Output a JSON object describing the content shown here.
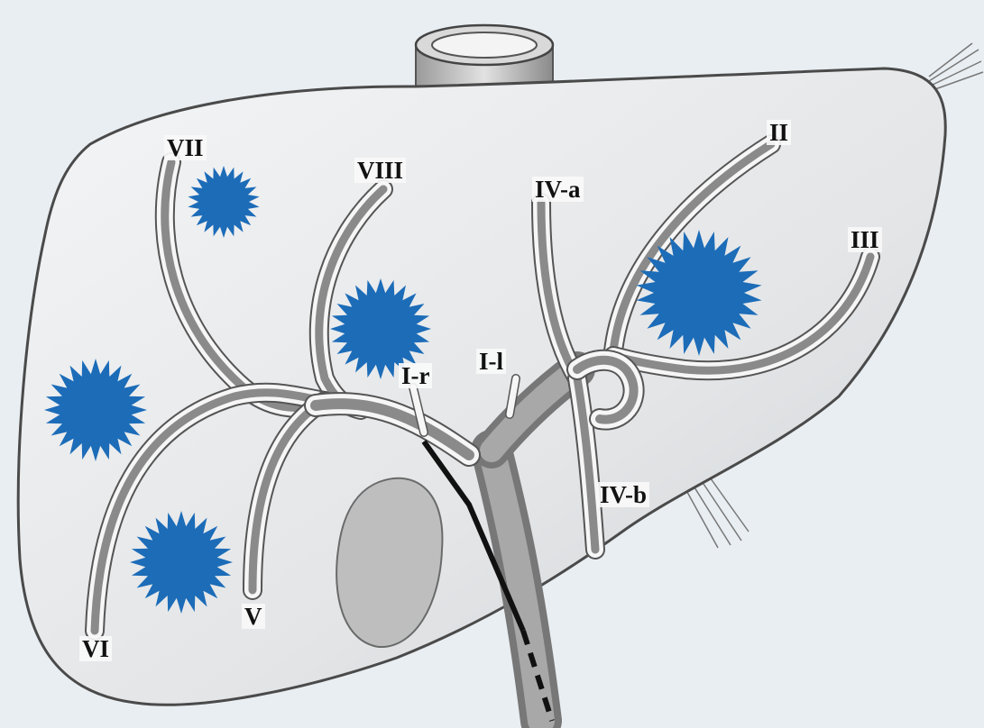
{
  "diagram": {
    "segments": {
      "II": "II",
      "III": "III",
      "IVa": "IV-a",
      "IVb": "IV-b",
      "V": "V",
      "VI": "VI",
      "VII": "VII",
      "VIII": "VIII",
      "Ir": "I-r",
      "Il": "I-l"
    },
    "colors": {
      "background": "#e9eef2",
      "liver": "#e6e8ea",
      "outline": "#4a4a4a",
      "vessel": "#8c8c8c",
      "lesion": "#1c6cb8"
    },
    "lesions": [
      {
        "name": "lesion-segment-VII",
        "segment": "VII"
      },
      {
        "name": "lesion-segment-VIII",
        "segment": "VIII"
      },
      {
        "name": "lesion-segment-II-III",
        "segment": "II/III"
      },
      {
        "name": "lesion-segment-VI-upper",
        "segment": "VI"
      },
      {
        "name": "lesion-segment-VI-lower",
        "segment": "VI"
      }
    ]
  }
}
